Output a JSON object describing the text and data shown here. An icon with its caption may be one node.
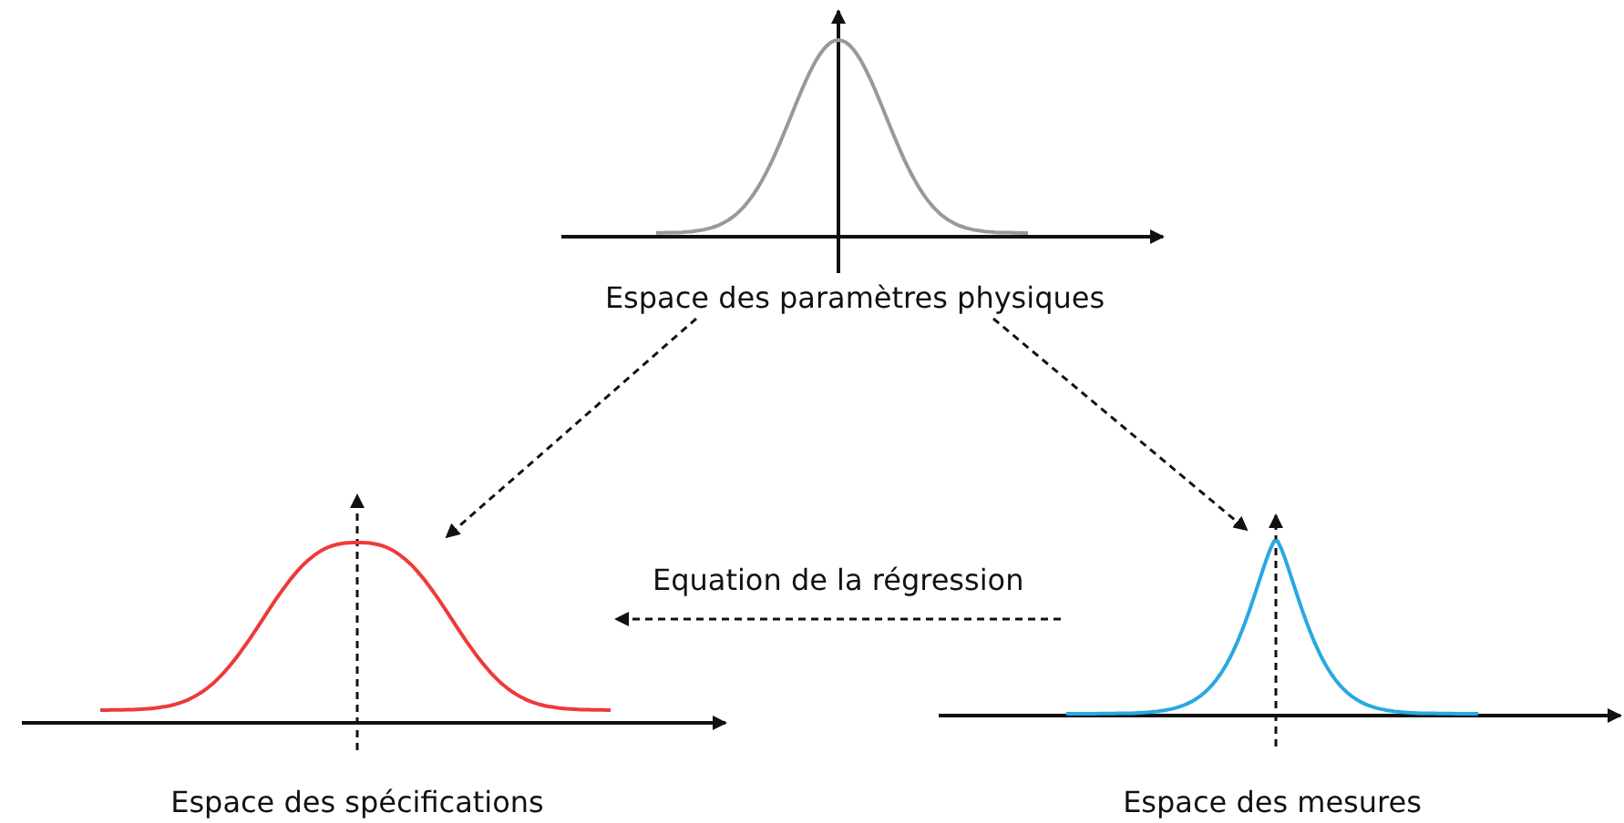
{
  "diagram": {
    "nodes": [
      {
        "text": [
          "Espace des paramètres physiques"
        ]
      },
      {
        "text": [
          "Espace des spécifications"
        ]
      },
      {
        "text": [
          "Espace des mesures"
        ]
      }
    ],
    "edges": [
      {
        "from": 0,
        "to": 1,
        "arrow": "to",
        "style": "dashed"
      },
      {
        "from": 0,
        "to": 2,
        "arrow": "to",
        "style": "dashed"
      },
      {
        "from": 2,
        "to": 1,
        "arrow": "to",
        "style": "dashed",
        "label": "Equation de la régression"
      }
    ]
  }
}
